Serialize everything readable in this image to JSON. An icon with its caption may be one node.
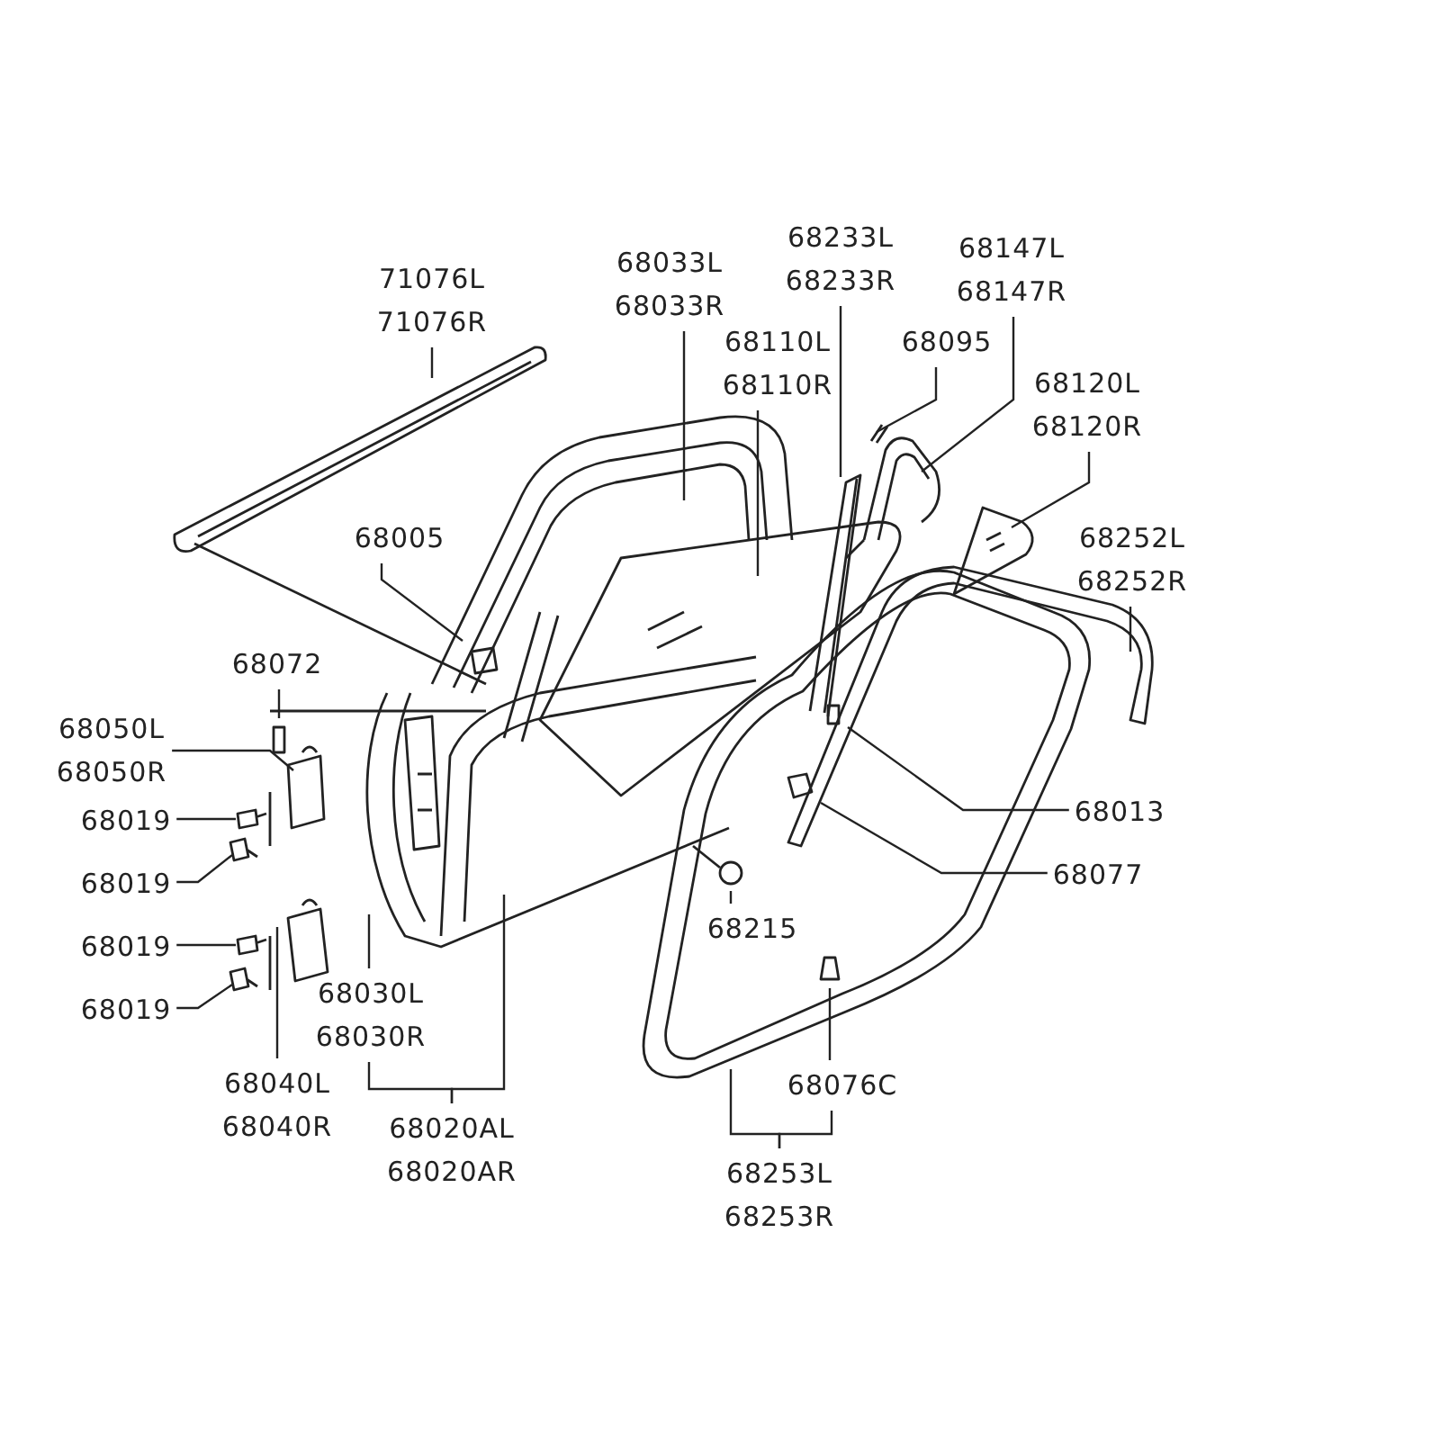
{
  "diagram": {
    "nodes": [
      {
        "text": [
          "71076L 71076R"
        ]
      },
      {
        "text": [
          "68033L 68033R"
        ]
      },
      {
        "text": [
          "68233L 68233R"
        ]
      },
      {
        "text": [
          "68147L 68147R"
        ]
      },
      {
        "text": [
          "68110L 68110R"
        ]
      },
      {
        "text": [
          "68095"
        ]
      },
      {
        "text": [
          "68120L 68120R"
        ]
      },
      {
        "text": [
          "68005"
        ]
      },
      {
        "text": [
          "68252L 68252R"
        ]
      },
      {
        "text": [
          "68072"
        ]
      },
      {
        "text": [
          "68050L 68050R"
        ]
      },
      {
        "text": [
          "68019"
        ]
      },
      {
        "text": [
          "68013"
        ]
      },
      {
        "text": [
          "68019"
        ]
      },
      {
        "text": [
          "68077"
        ]
      },
      {
        "text": [
          "68215"
        ]
      },
      {
        "text": [
          "68019"
        ]
      },
      {
        "text": [
          "68030L 68030R"
        ]
      },
      {
        "text": [
          "68076C"
        ]
      },
      {
        "text": [
          "68019"
        ]
      },
      {
        "text": [
          "68040L 68040R"
        ]
      },
      {
        "text": [
          "68020AL 68020AR"
        ]
      },
      {
        "text": [
          "68253L 68253R"
        ]
      }
    ],
    "edges": [
      {
        "from": 0,
        "to": null,
        "arrow": "none"
      },
      {
        "from": 1,
        "to": null,
        "arrow": "none"
      },
      {
        "from": 2,
        "to": null,
        "arrow": "none"
      },
      {
        "from": 3,
        "to": null,
        "arrow": "none"
      },
      {
        "from": 4,
        "to": null,
        "arrow": "none"
      },
      {
        "from": 5,
        "to": null,
        "arrow": "none"
      },
      {
        "from": 6,
        "to": null,
        "arrow": "none"
      },
      {
        "from": 7,
        "to": null,
        "arrow": "none"
      },
      {
        "from": 8,
        "to": null,
        "arrow": "none"
      },
      {
        "from": 9,
        "to": null,
        "arrow": "none"
      },
      {
        "from": 10,
        "to": null,
        "arrow": "none"
      },
      {
        "from": 11,
        "to": null,
        "arrow": "none"
      },
      {
        "from": 12,
        "to": null,
        "arrow": "none"
      },
      {
        "from": 13,
        "to": null,
        "arrow": "none"
      },
      {
        "from": 14,
        "to": null,
        "arrow": "none"
      },
      {
        "from": 15,
        "to": null,
        "arrow": "none"
      },
      {
        "from": 16,
        "to": null,
        "arrow": "none"
      },
      {
        "from": 17,
        "to": null,
        "arrow": "none"
      },
      {
        "from": 18,
        "to": null,
        "arrow": "none"
      },
      {
        "from": 19,
        "to": null,
        "arrow": "none"
      },
      {
        "from": 20,
        "to": null,
        "arrow": "none"
      },
      {
        "from": 21,
        "to": 17,
        "arrow": "none"
      },
      {
        "from": 21,
        "to": null,
        "arrow": "none"
      },
      {
        "from": 22,
        "to": null,
        "arrow": "none"
      },
      {
        "from": 22,
        "to": 18,
        "arrow": "none"
      }
    ]
  }
}
